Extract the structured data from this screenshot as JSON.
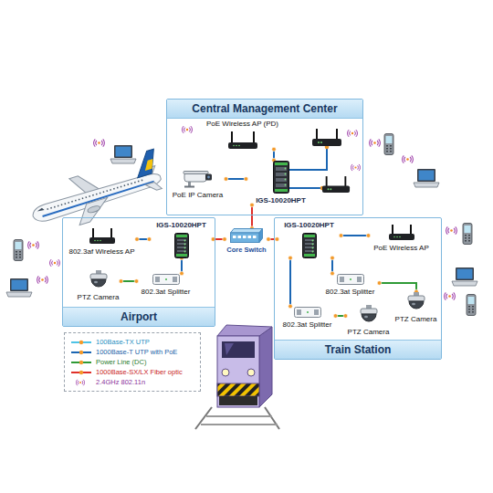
{
  "diagram": {
    "nodes": [
      {
        "text": [
          "Central Management Center"
        ]
      },
      {
        "text": [
          "IGS-10020HPT"
        ],
        "in": 0
      },
      {
        "text": [
          "PoE Wireless AP (PD)"
        ],
        "in": 0
      },
      {
        "text": [
          "PoE IP Camera"
        ],
        "in": 0
      },
      {
        "text": [
          "Airport"
        ]
      },
      {
        "text": [
          "IGS-10020HPT"
        ],
        "in": 4
      },
      {
        "text": [
          "802.3af Wireless AP"
        ],
        "in": 4
      },
      {
        "text": [
          "PTZ Camera"
        ],
        "in": 4
      },
      {
        "text": [
          "802.3at Splitter"
        ],
        "in": 4
      },
      {
        "text": [
          "Train Station"
        ]
      },
      {
        "text": [
          "IGS-10020HPT"
        ],
        "in": 9
      },
      {
        "text": [
          "PoE Wireless AP"
        ],
        "in": 9
      },
      {
        "text": [
          "802.3at Splitter"
        ],
        "in": 9
      },
      {
        "text": [
          "PTZ Camera"
        ],
        "in": 9
      },
      {
        "text": [
          "802.3at Splitter"
        ],
        "in": 9
      },
      {
        "text": [
          "PTZ Camera"
        ],
        "in": 9
      },
      {
        "text": [
          "Core Switch"
        ]
      }
    ],
    "edges": [
      {
        "from": 16,
        "to": 1,
        "arrow": "none"
      },
      {
        "from": 16,
        "to": 5,
        "arrow": "none"
      },
      {
        "from": 16,
        "to": 10,
        "arrow": "none"
      },
      {
        "from": 1,
        "to": 2,
        "arrow": "none"
      },
      {
        "from": 1,
        "to": 3,
        "arrow": "none"
      },
      {
        "from": 5,
        "to": 6,
        "arrow": "none"
      },
      {
        "from": 5,
        "to": 8,
        "arrow": "none"
      },
      {
        "from": 8,
        "to": 7,
        "arrow": "none"
      },
      {
        "from": 10,
        "to": 11,
        "arrow": "none"
      },
      {
        "from": 10,
        "to": 12,
        "arrow": "none"
      },
      {
        "from": 12,
        "to": 13,
        "arrow": "none"
      },
      {
        "from": 10,
        "to": 14,
        "arrow": "none"
      },
      {
        "from": 14,
        "to": 15,
        "arrow": "none"
      }
    ],
    "legend": [
      {
        "text": "100Base-TX UTP"
      },
      {
        "text": "1000Base-T UTP with PoE"
      },
      {
        "text": "Power Line (DC)"
      },
      {
        "text": "1000Base-SX/LX Fiber optic"
      },
      {
        "text": "2.4GHz 802.11n"
      }
    ]
  }
}
